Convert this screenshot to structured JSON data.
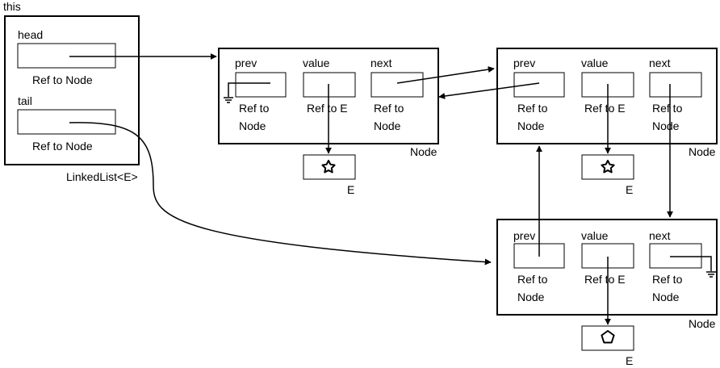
{
  "labels": {
    "this": "this",
    "head": "head",
    "tail": "tail",
    "ref_to_node": "Ref to Node",
    "linkedlist_type": "LinkedList<E>",
    "prev": "prev",
    "value": "value",
    "next": "next",
    "ref_to": "Ref to",
    "node_word": "Node",
    "ref_to_e": "Ref to E",
    "node_type": "Node",
    "e_type": "E"
  },
  "nodes": [
    {
      "id": "node-1",
      "element_glyph": "star-icon"
    },
    {
      "id": "node-2",
      "element_glyph": "star-icon"
    },
    {
      "id": "node-3",
      "element_glyph": "pentagon-icon"
    }
  ]
}
